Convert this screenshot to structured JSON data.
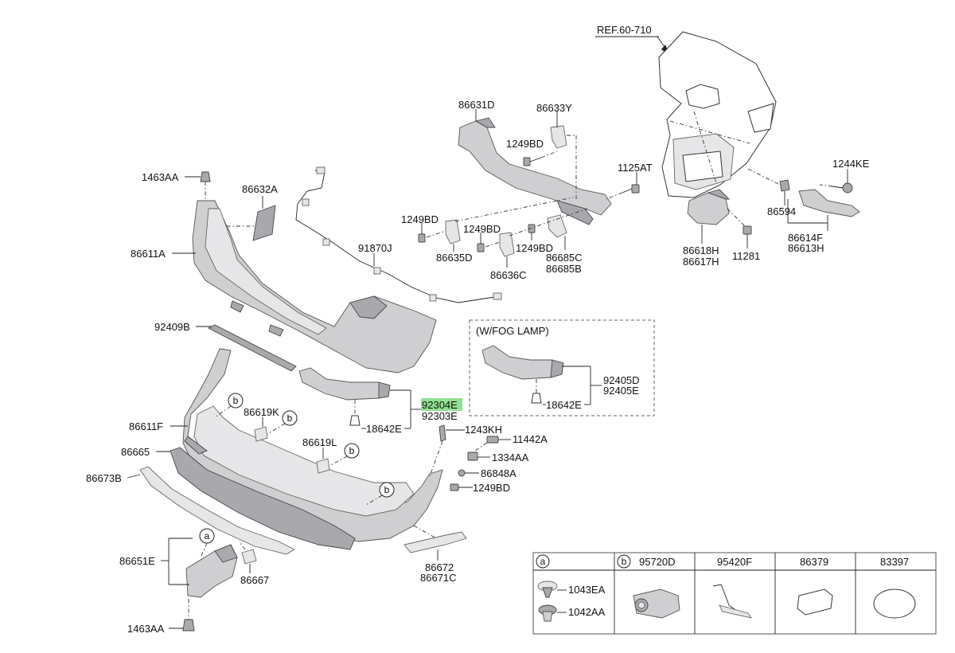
{
  "labels": {
    "ref": "REF.60-710",
    "p86631D": "86631D",
    "p86633Y": "86633Y",
    "p1249BD_a": "1249BD",
    "p1125AT": "1125AT",
    "p1244KE": "1244KE",
    "p1463AA_top": "1463AA",
    "p86632A": "86632A",
    "p86611A": "86611A",
    "p91870J": "91870J",
    "p1249BD_b": "1249BD",
    "p1249BD_c": "1249BD",
    "p86635D": "86635D",
    "p1249BD_d": "1249BD",
    "p86636C": "86636C",
    "p86685C": "86685C",
    "p86685B": "86685B",
    "p86594": "86594",
    "p86618H": "86618H",
    "p86617H": "86617H",
    "p11281": "11281",
    "p86614F": "86614F",
    "p86613H": "86613H",
    "p92409B": "92409B",
    "fog_title": "(W/FOG LAMP)",
    "p92405D": "92405D",
    "p92405E": "92405E",
    "p18642E_fog": "18642E",
    "p86611F": "86611F",
    "p86619K": "86619K",
    "p92304E": "92304E",
    "p92303E": "92303E",
    "p18642E": "18642E",
    "p1243KH": "1243KH",
    "p86665": "86665",
    "p86619L": "86619L",
    "p11442A": "11442A",
    "p1334AA": "1334AA",
    "p86673B": "86673B",
    "p86848A": "86848A",
    "p1249BD_e": "1249BD",
    "p86651E": "86651E",
    "p86667": "86667",
    "p86672": "86672",
    "p86671C": "86671C",
    "p1463AA_bot": "1463AA"
  },
  "callouts": {
    "a": "a",
    "b": "b"
  },
  "legend": {
    "col_a": {
      "marker": "a",
      "items": [
        "1043EA",
        "1042AA"
      ]
    },
    "col_b": {
      "marker": "b",
      "part": "95720D"
    },
    "col_3": {
      "part": "95420F"
    },
    "col_4": {
      "part": "86379"
    },
    "col_5": {
      "part": "83397"
    }
  },
  "highlight": {
    "part": "92304E",
    "color": "#8fe28f"
  }
}
